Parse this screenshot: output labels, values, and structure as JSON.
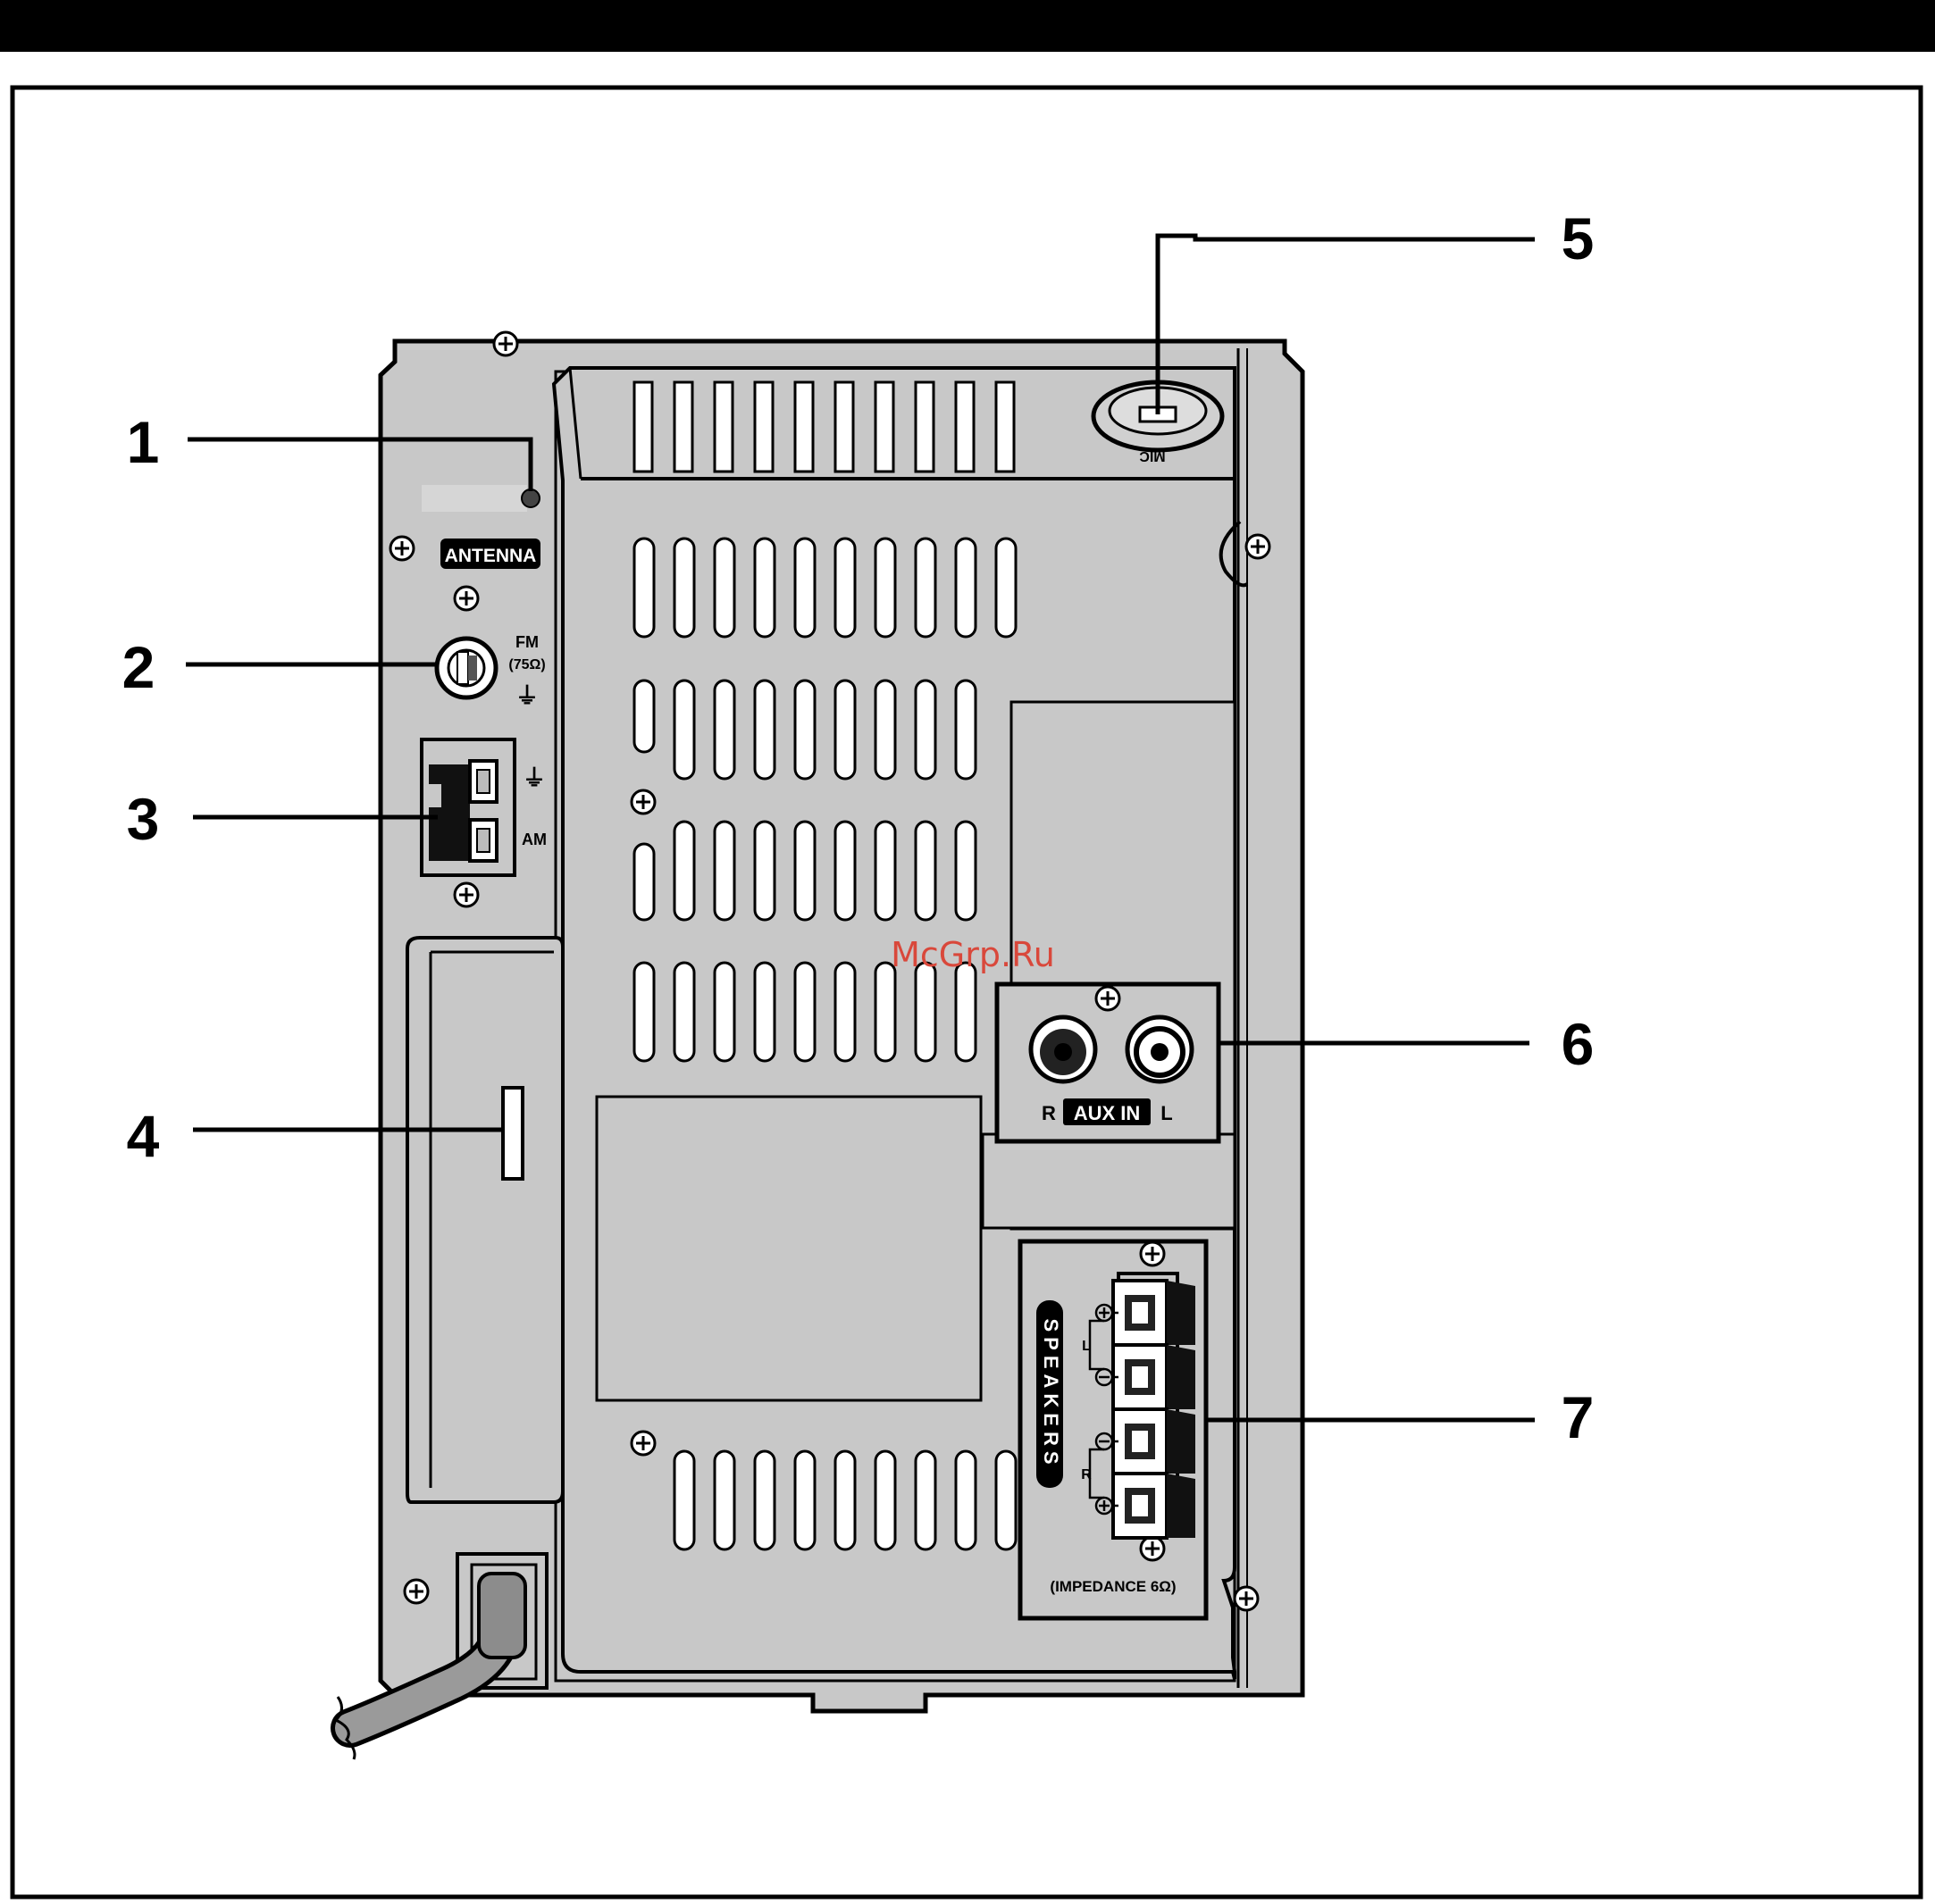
{
  "labels": {
    "antenna": "ANTENNA",
    "fm": "FM",
    "fm_ohm": "(75Ω)",
    "am": "AM",
    "mic": "MIC",
    "aux_r": "R",
    "aux_in": "AUX IN",
    "aux_l": "L",
    "speakers": "SPEAKERS",
    "spk_l": "L",
    "spk_r": "R",
    "impedance": "(IMPEDANCE 6Ω)"
  },
  "callouts": [
    "1",
    "2",
    "3",
    "4",
    "5",
    "6",
    "7"
  ],
  "watermark": "McGrp.Ru"
}
